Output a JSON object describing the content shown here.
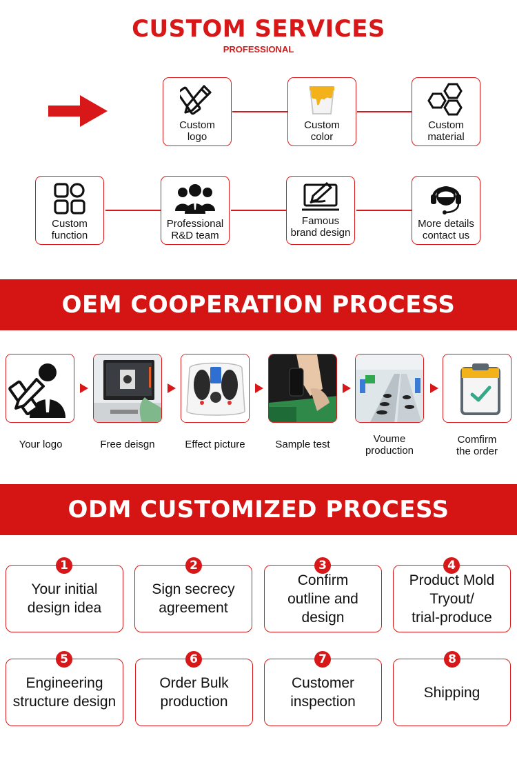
{
  "header": {
    "title": "CUSTOM SERVICES",
    "subtitle": "PROFESSIONAL"
  },
  "services": [
    {
      "label": "Custom\nlogo",
      "icon": "pencil-ruler-icon"
    },
    {
      "label": "Custom\ncolor",
      "icon": "paint-bucket-icon"
    },
    {
      "label": "Custom\nmaterial",
      "icon": "hexagons-icon"
    },
    {
      "label": "Custom\nfunction",
      "icon": "grid-icon"
    },
    {
      "label": "Professional\nR&D team",
      "icon": "team-icon"
    },
    {
      "label": "Famous\nbrand design",
      "icon": "design-screen-icon"
    },
    {
      "label": "More details\ncontact us",
      "icon": "headset-icon"
    }
  ],
  "oem": {
    "title": "OEM COOPERATION PROCESS",
    "steps": [
      {
        "label": "Your logo"
      },
      {
        "label": "Free deisgn"
      },
      {
        "label": "Effect picture"
      },
      {
        "label": "Sample test"
      },
      {
        "label": "Voume\nproduction"
      },
      {
        "label": "Comfirm\nthe order"
      }
    ]
  },
  "odm": {
    "title": "ODM CUSTOMIZED PROCESS",
    "steps": [
      {
        "num": "1",
        "label": "Your initial\ndesign idea"
      },
      {
        "num": "2",
        "label": "Sign secrecy\nagreement"
      },
      {
        "num": "3",
        "label": "Confirm\noutline and\ndesign"
      },
      {
        "num": "4",
        "label": "Product Mold\nTryout/\ntrial-produce"
      },
      {
        "num": "5",
        "label": "Engineering\nstructure design"
      },
      {
        "num": "6",
        "label": "Order Bulk\nproduction"
      },
      {
        "num": "7",
        "label": "Customer\ninspection"
      },
      {
        "num": "8",
        "label": "Shipping"
      }
    ]
  },
  "colors": {
    "accent": "#d81818",
    "banner": "#d51414"
  }
}
